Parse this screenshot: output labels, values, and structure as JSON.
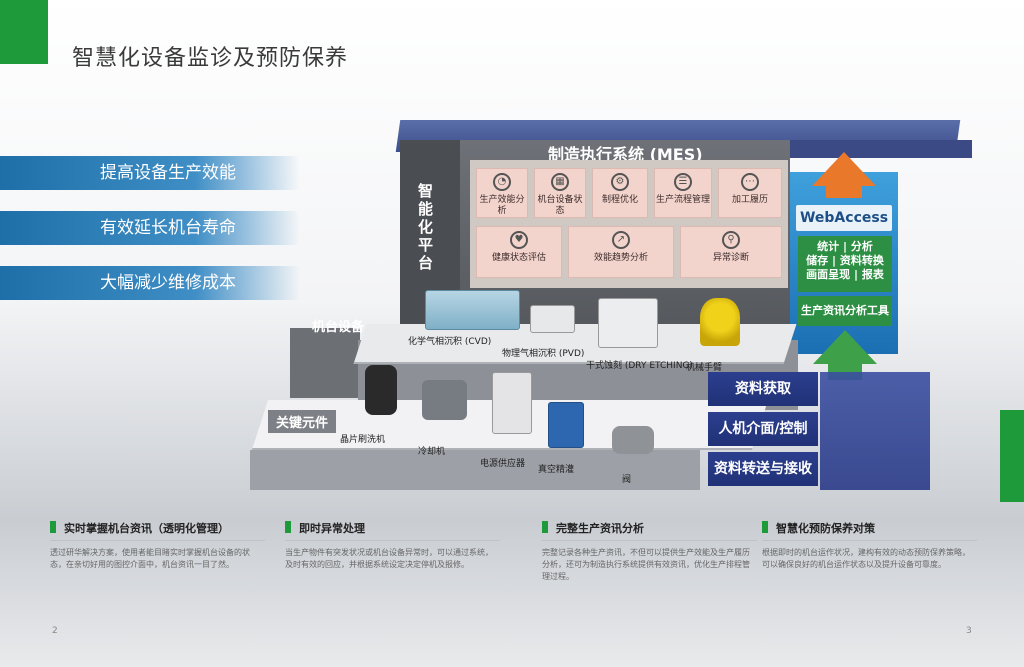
{
  "page": {
    "title": "智慧化设备监诊及预防保养",
    "page_left": "2",
    "page_right": "3"
  },
  "banners": [
    "提高设备生产效能",
    "有效延长机台寿命",
    "大幅减少维修成本"
  ],
  "diagram": {
    "mes_label": "制造执行系统 (MES)",
    "platform_label": "智能化平台",
    "apps_row1": [
      "生产效能分析",
      "机台设备状态",
      "制程优化",
      "生产流程管理",
      "加工履历"
    ],
    "apps_row2": [
      "健康状态评估",
      "效能趋势分析",
      "异常诊断"
    ],
    "webaccess_logo": "WebAccess",
    "webaccess_box1": [
      "统计 | 分析",
      "储存 | 资料转换",
      "画面呈现 | 报表"
    ],
    "webaccess_box2": "生产资讯分析工具",
    "machine_label": "机台设备",
    "component_label": "关键元件",
    "machines": [
      "化学气相沉积 (CVD)",
      "物理气相沉积 (PVD)",
      "干式蚀刻 (DRY ETCHING)",
      "机械手臂"
    ],
    "components": [
      "晶片刷洗机",
      "冷却机",
      "电源供应器",
      "真空精灌",
      "阀"
    ],
    "stack": [
      "资料获取",
      "人机介面/控制",
      "资料转送与接收"
    ],
    "colors": {
      "mes": "#3d4f8c",
      "webaccess": "#1b6fb3",
      "green": "#1f9a3a",
      "orange": "#e9782b"
    }
  },
  "columns": [
    {
      "title": "实时掌握机台资讯（透明化管理）",
      "text": "透过研华解决方案，使用者能目睹实时掌握机台设备的状态，在亲切好用的图控介面中，机台资讯一目了然。"
    },
    {
      "title": "即时异常处理",
      "text": "当生产物件有突发状况或机台设备异常时，可以通过系统，及时有效的回应，并根据系统设定决定停机及报修。"
    },
    {
      "title": "完整生产资讯分析",
      "text": "完整记录各种生产资讯，不但可以提供生产效能及生产履历分析，还可为制造执行系统提供有效资讯，优化生产排程管理过程。"
    },
    {
      "title": "智慧化预防保养对策",
      "text": "根据即时的机台运作状况，建构有效的动态预防保养策略，可以确保良好的机台运作状态以及提升设备可靠度。"
    }
  ]
}
